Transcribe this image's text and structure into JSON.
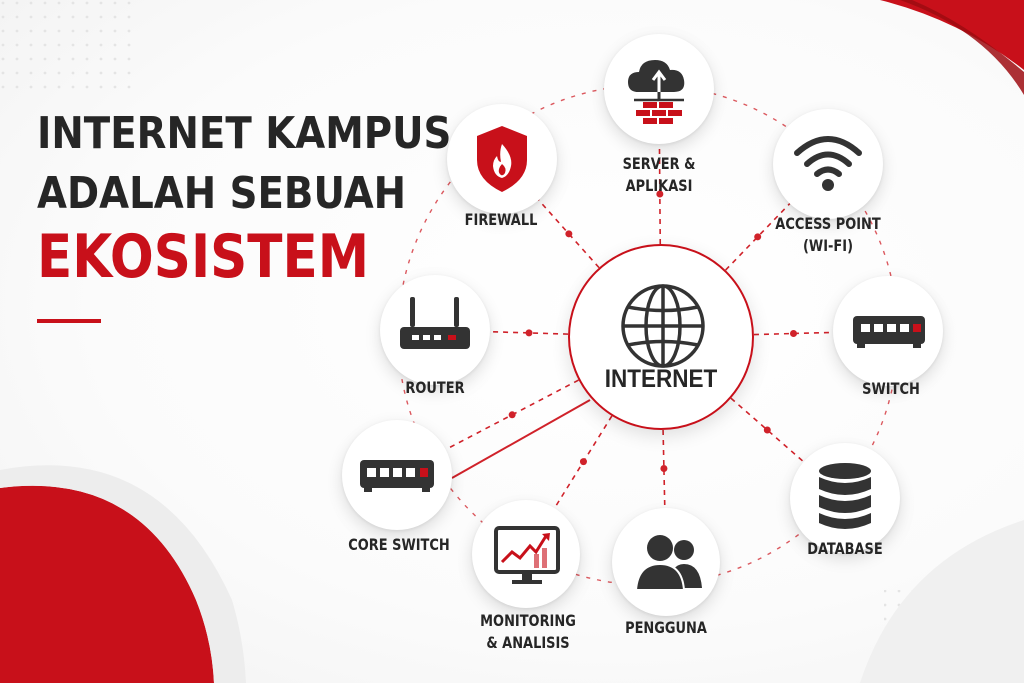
{
  "title": {
    "line1": "INTERNET KAMPUS",
    "line2": "ADALAH SEBUAH",
    "line3": "EKOSISTEM"
  },
  "center": {
    "label": "INTERNET",
    "icon": "globe-icon"
  },
  "nodes": [
    {
      "id": "server",
      "label_lines": [
        "SERVER &",
        "APLIKASI"
      ],
      "icon": "cloud-server-icon"
    },
    {
      "id": "access-point",
      "label_lines": [
        "ACCESS POINT",
        "(WI-FI)"
      ],
      "icon": "wifi-icon"
    },
    {
      "id": "switch",
      "label_lines": [
        "SWITCH"
      ],
      "icon": "switch-icon"
    },
    {
      "id": "database",
      "label_lines": [
        "DATABASE"
      ],
      "icon": "database-icon"
    },
    {
      "id": "pengguna",
      "label_lines": [
        "PENGGUNA"
      ],
      "icon": "users-icon"
    },
    {
      "id": "monitoring",
      "label_lines": [
        "MONITORING",
        "& ANALISIS"
      ],
      "icon": "monitor-chart-icon"
    },
    {
      "id": "core-switch",
      "label_lines": [
        "CORE SWITCH"
      ],
      "icon": "core-switch-icon"
    },
    {
      "id": "router",
      "label_lines": [
        "ROUTER"
      ],
      "icon": "router-icon"
    },
    {
      "id": "firewall",
      "label_lines": [
        "FIREWALL"
      ],
      "icon": "firewall-shield-icon"
    }
  ],
  "colors": {
    "accent": "#c8101a",
    "icon_dark": "#333333",
    "text_dark": "#262626",
    "connector": "#d0222a"
  }
}
